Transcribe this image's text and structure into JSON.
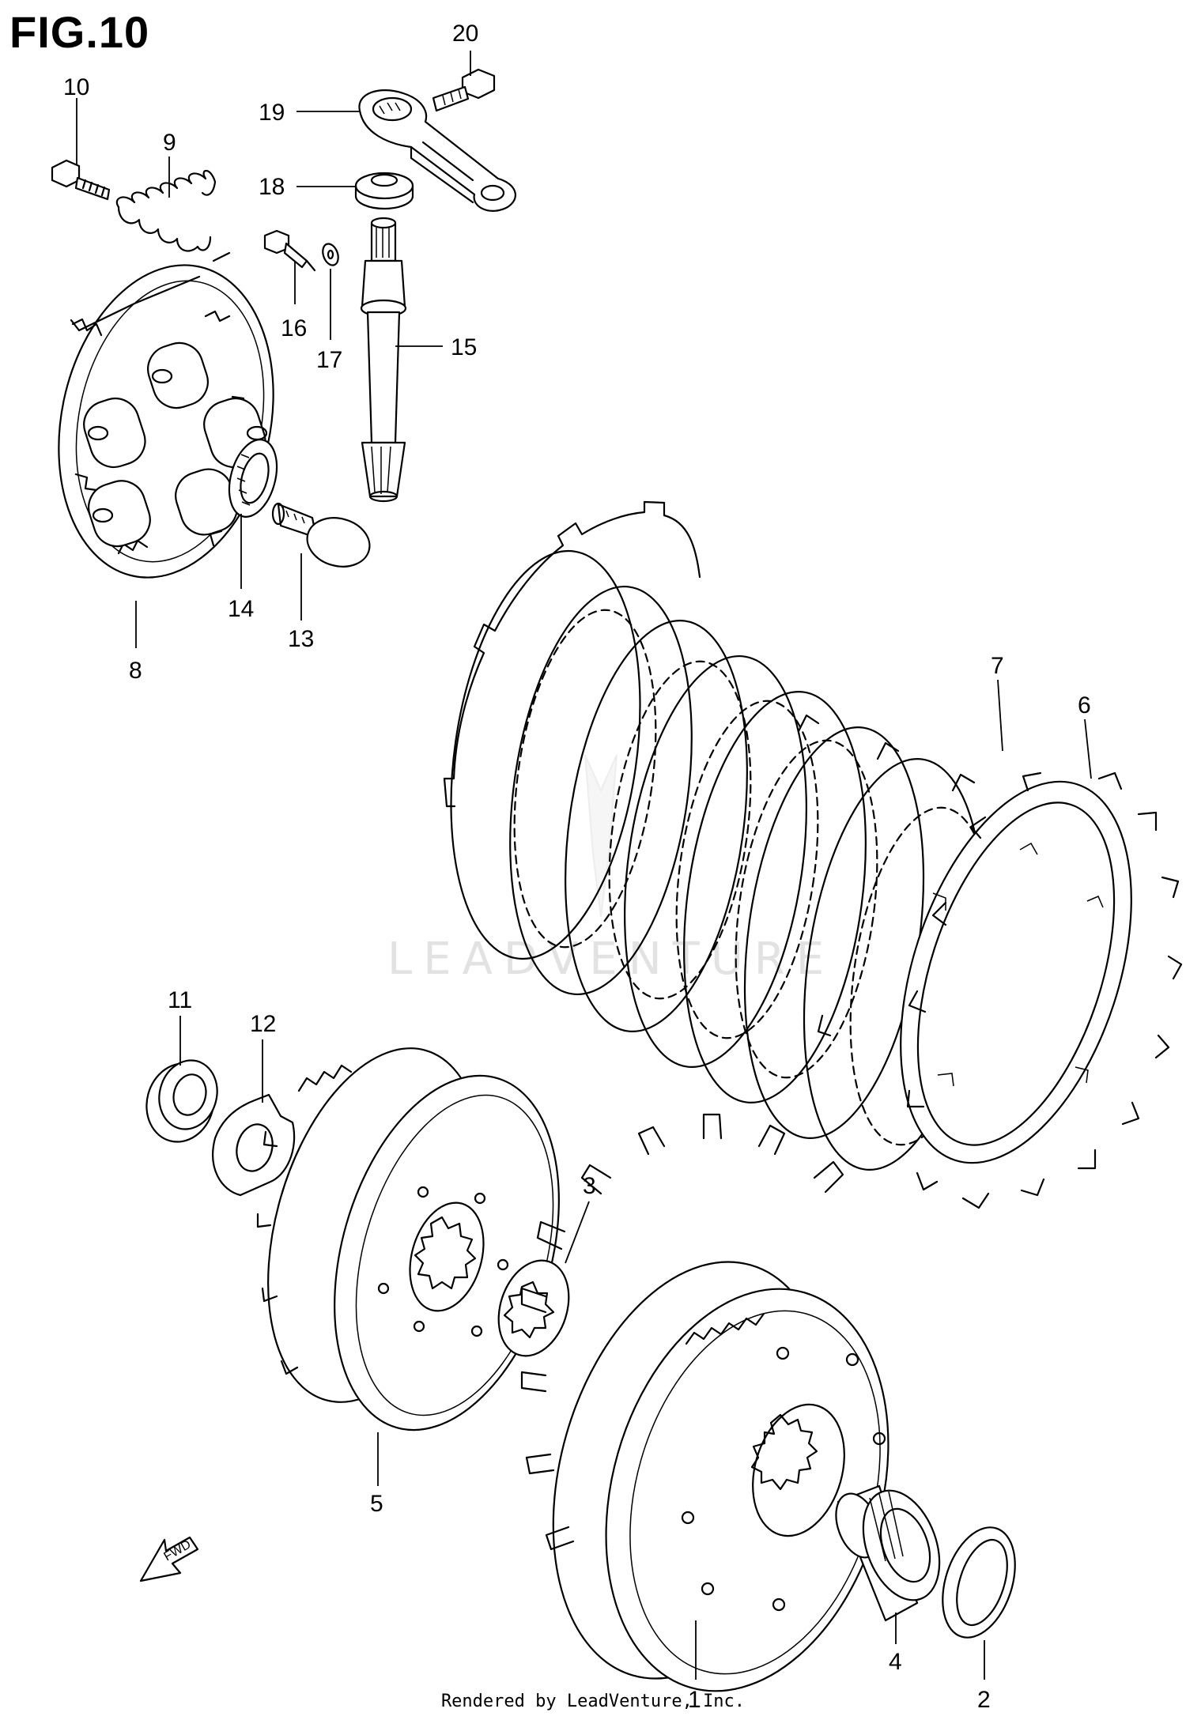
{
  "figure": {
    "title": "FIG.10"
  },
  "watermark": "LEADVENTURE",
  "credit": "Rendered by LeadVenture, Inc.",
  "direction_arrow": {
    "label": "FWD"
  },
  "callouts": {
    "p1": "1",
    "p2": "2",
    "p3": "3",
    "p4": "4",
    "p5": "5",
    "p6": "6",
    "p7": "7",
    "p8": "8",
    "p9": "9",
    "p10": "10",
    "p11": "11",
    "p12": "12",
    "p13": "13",
    "p14": "14",
    "p15": "15",
    "p16": "16",
    "p17": "17",
    "p18": "18",
    "p19": "19",
    "p20": "20"
  }
}
